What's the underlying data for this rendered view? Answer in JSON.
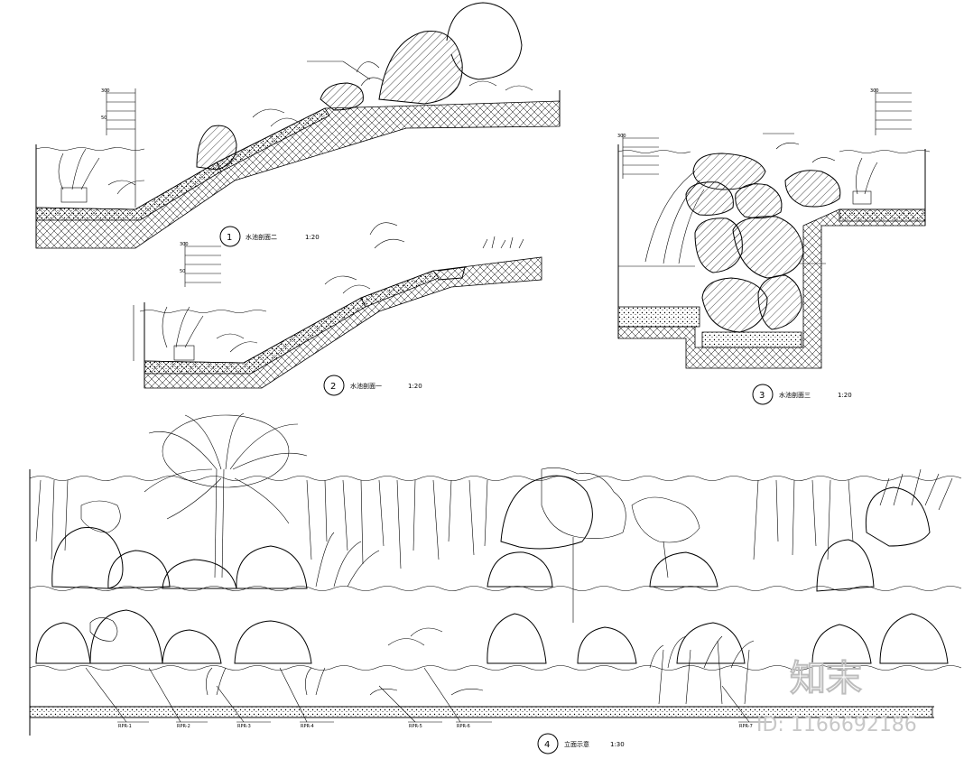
{
  "drawing": {
    "section_2": {
      "number": "1",
      "title": "水池剖面二",
      "scale": "1:20"
    },
    "section_1": {
      "number": "2",
      "title": "水池剖面一",
      "scale": "1:20"
    },
    "section_3": {
      "number": "3",
      "title": "水池剖面三",
      "scale": "1:20"
    },
    "elevation": {
      "number": "4",
      "title": "立面示意",
      "scale": "1:30"
    },
    "layer_codes": [
      "300",
      "50"
    ],
    "bottom_callout_codes": [
      "RPR-1",
      "RPR-2",
      "RPR-3",
      "RPR-4",
      "RPR-5",
      "RPR-6",
      "RPR-7"
    ]
  },
  "watermark": {
    "text": "知末",
    "id_text": "ID: 1166692186"
  }
}
